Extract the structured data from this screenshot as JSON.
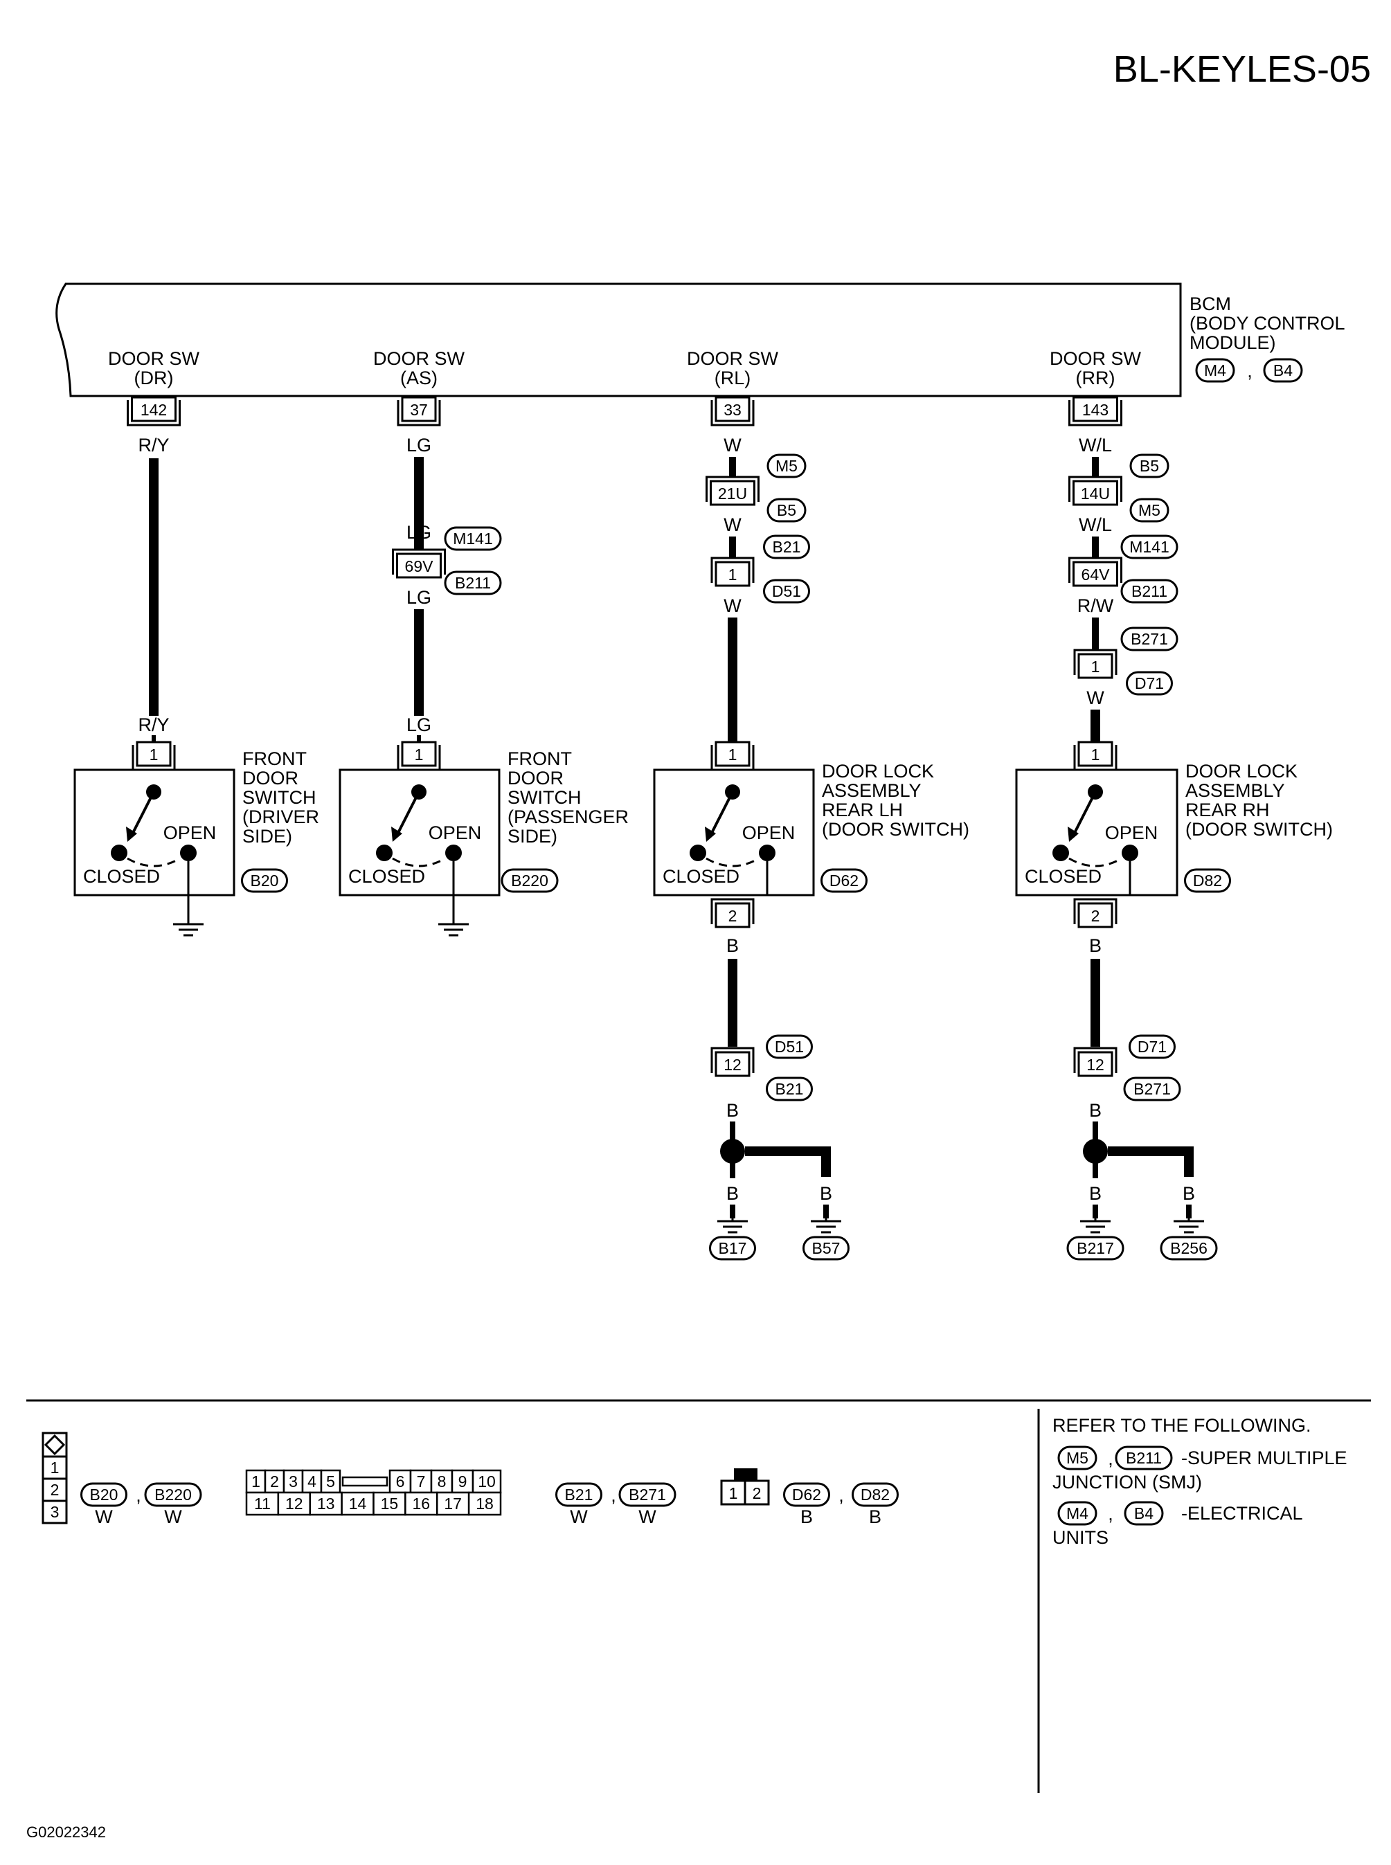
{
  "title": "BL-KEYLES-05",
  "figure_id": "G02022342",
  "bcm": {
    "label_lines": [
      "BCM",
      "(BODY CONTROL",
      "MODULE)"
    ],
    "connectors": [
      "M4",
      "B4"
    ],
    "sep": ","
  },
  "columns": [
    {
      "id": "dr",
      "term_lines": [
        "DOOR SW",
        "(DR)"
      ],
      "pin": "142",
      "wires": [
        "R/Y",
        "R/Y"
      ],
      "splices": [],
      "device": {
        "pin_in": "1",
        "name_lines": [
          "FRONT",
          "DOOR",
          "SWITCH",
          "(DRIVER",
          " SIDE)"
        ],
        "connector": "B20",
        "open": "OPEN",
        "closed": "CLOSED"
      },
      "ground_path": null
    },
    {
      "id": "as",
      "term_lines": [
        "DOOR SW",
        "(AS)"
      ],
      "pin": "37",
      "wires": [
        "LG",
        "LG",
        "LG",
        "LG"
      ],
      "splices": [
        {
          "pin": "69V",
          "conn_top": "M141",
          "conn_bot": "B211"
        }
      ],
      "device": {
        "pin_in": "1",
        "name_lines": [
          "FRONT",
          "DOOR",
          "SWITCH",
          "(PASSENGER",
          " SIDE)"
        ],
        "connector": "B220",
        "open": "OPEN",
        "closed": "CLOSED"
      },
      "ground_path": null
    },
    {
      "id": "rl",
      "term_lines": [
        "DOOR SW",
        "(RL)"
      ],
      "pin": "33",
      "wires": [
        "W",
        "W",
        "W"
      ],
      "splices": [
        {
          "pin": "21U",
          "conn_top": "M5",
          "conn_bot": "B5"
        },
        {
          "pin": "1",
          "conn_top": "B21",
          "conn_bot": "D51"
        }
      ],
      "device": {
        "pin_in": "1",
        "name_lines": [
          "DOOR LOCK",
          "ASSEMBLY",
          "REAR LH",
          "(DOOR SWITCH)"
        ],
        "connector": "D62",
        "open": "OPEN",
        "closed": "CLOSED"
      },
      "ground_path": {
        "pin_out": "2",
        "wire": "B",
        "splice": {
          "pin": "12",
          "conn_top": "D51",
          "conn_bot": "B21"
        },
        "wire2": "B",
        "grounds": [
          {
            "wire": "B",
            "conn": "B17"
          },
          {
            "wire": "B",
            "conn": "B57"
          }
        ]
      }
    },
    {
      "id": "rr",
      "term_lines": [
        "DOOR SW",
        "(RR)"
      ],
      "pin": "143",
      "wires": [
        "W/L",
        "W/L",
        "R/W",
        "W"
      ],
      "splices": [
        {
          "pin": "14U",
          "conn_top": "B5",
          "conn_bot": "M5"
        },
        {
          "pin": "64V",
          "conn_top": "M141",
          "conn_bot": "B211"
        },
        {
          "pin": "1",
          "conn_top": "B271",
          "conn_bot": "D71"
        }
      ],
      "device": {
        "pin_in": "1",
        "name_lines": [
          "DOOR LOCK",
          "ASSEMBLY",
          "REAR RH",
          "(DOOR  SWITCH)"
        ],
        "connector": "D82",
        "open": "OPEN",
        "closed": "CLOSED"
      },
      "ground_path": {
        "pin_out": "2",
        "wire": "B",
        "splice": {
          "pin": "12",
          "conn_top": "D71",
          "conn_bot": "B271"
        },
        "wire2": "B",
        "grounds": [
          {
            "wire": "B",
            "conn": "B217"
          },
          {
            "wire": "B",
            "conn": "B256"
          }
        ]
      }
    }
  ],
  "legend": {
    "three_pin": {
      "rows": [
        "1",
        "2",
        "3"
      ],
      "connectors": [
        "B20",
        "B220"
      ],
      "colors": [
        "W",
        "W"
      ]
    },
    "eighteen_pin": {
      "top_row": [
        "1",
        "2",
        "3",
        "4",
        "5",
        "6",
        "7",
        "8",
        "9",
        "10"
      ],
      "bottom_row": [
        "11",
        "12",
        "13",
        "14",
        "15",
        "16",
        "17",
        "18"
      ],
      "connectors": [
        "B21",
        "B271"
      ],
      "colors": [
        "W",
        "W"
      ]
    },
    "two_pin": {
      "pins": [
        "1",
        "2"
      ],
      "connectors": [
        "D62",
        "D82"
      ],
      "colors": [
        "B",
        "B"
      ]
    },
    "refer": {
      "heading": "REFER TO THE FOLLOWING.",
      "lines": [
        {
          "connectors": [
            "M5",
            "B211"
          ],
          "text": [
            "-SUPER MULTIPLE",
            "JUNCTION (SMJ)"
          ]
        },
        {
          "connectors": [
            "M4",
            "B4"
          ],
          "text": [
            "-ELECTRICAL",
            "UNITS"
          ]
        }
      ]
    }
  }
}
